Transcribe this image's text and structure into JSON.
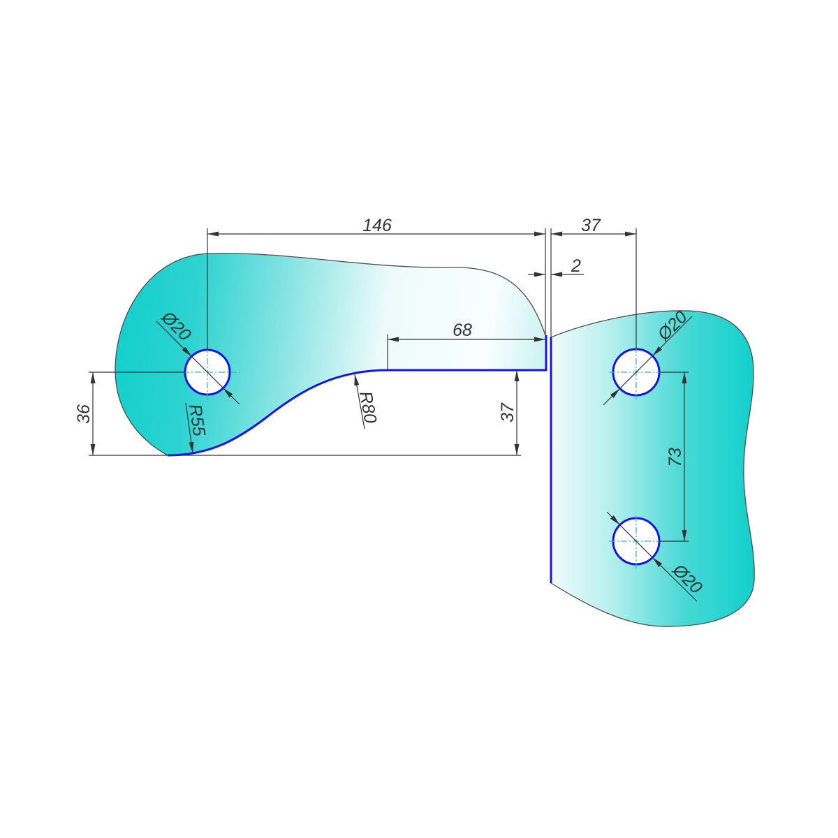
{
  "colors": {
    "glass": "#12cfcc",
    "cut_edge": "#1414e8",
    "dimension_line": "#333333",
    "centerline": "#2fbf9f"
  },
  "left_panel": {
    "span": "146",
    "notch_length": "68",
    "notch_depth": "37",
    "hole_height": "36",
    "hole_diameter": "Ø20",
    "radius_lower": "R55",
    "radius_upper": "R80"
  },
  "panel_gap": "2",
  "right_panel": {
    "hole_offset": "37",
    "hole_spacing": "73",
    "top_hole_diameter": "Ø20",
    "bottom_hole_diameter": "Ø20"
  }
}
